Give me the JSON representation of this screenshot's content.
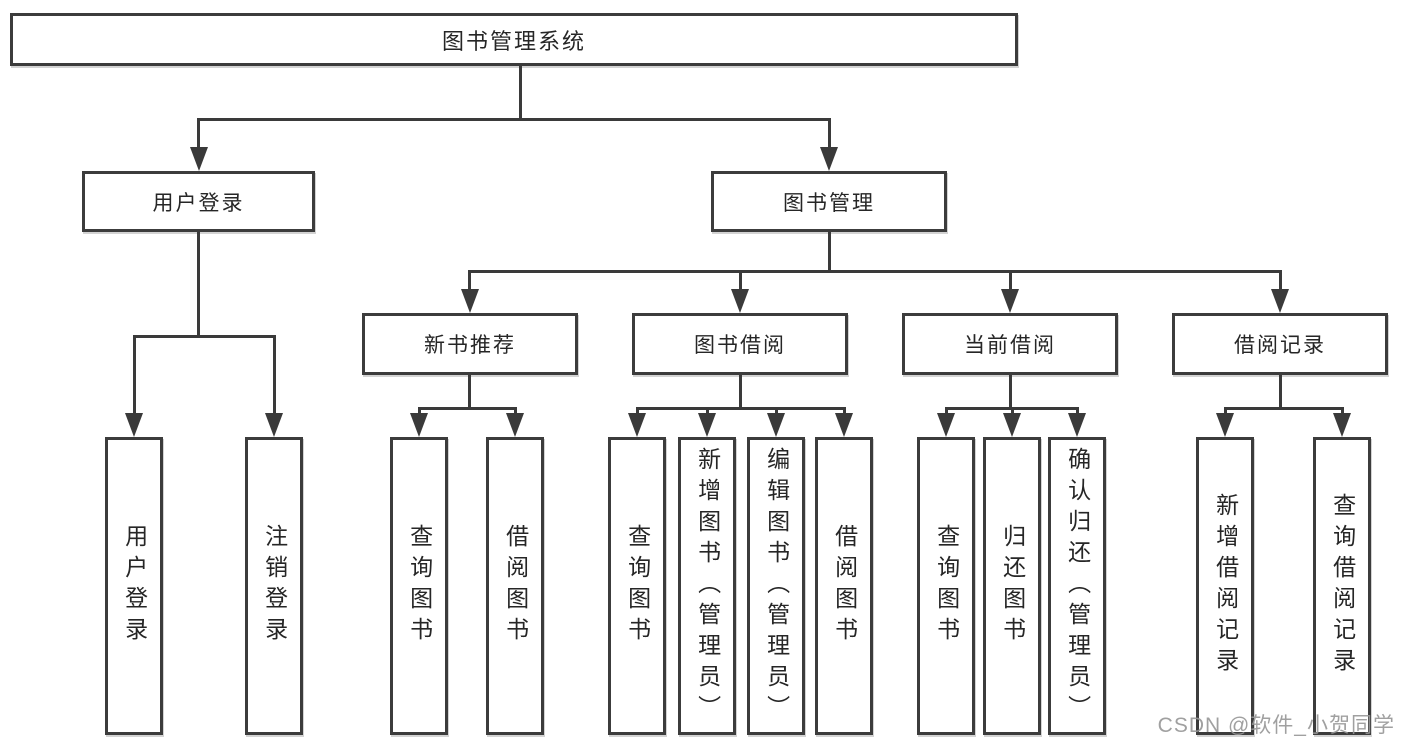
{
  "diagram": {
    "root": {
      "label": "图书管理系统"
    },
    "branches": [
      {
        "label": "用户登录",
        "children": [
          {
            "label": "用户登录"
          },
          {
            "label": "注销登录"
          }
        ]
      },
      {
        "label": "图书管理",
        "children": [
          {
            "label": "新书推荐",
            "children": [
              {
                "label": "查询图书"
              },
              {
                "label": "借阅图书"
              }
            ]
          },
          {
            "label": "图书借阅",
            "children": [
              {
                "label": "查询图书"
              },
              {
                "label": "新增图书（管理员）"
              },
              {
                "label": "编辑图书（管理员）"
              },
              {
                "label": "借阅图书"
              }
            ]
          },
          {
            "label": "当前借阅",
            "children": [
              {
                "label": "查询图书"
              },
              {
                "label": "归还图书"
              },
              {
                "label": "确认归还（管理员）"
              }
            ]
          },
          {
            "label": "借阅记录",
            "children": [
              {
                "label": "新增借阅记录"
              },
              {
                "label": "查询借阅记录"
              }
            ]
          }
        ]
      }
    ],
    "watermark": "CSDN @软件_小贺同学",
    "colors": {
      "line": "#3a3a3a",
      "border": "#3c3c3c",
      "text": "#262626",
      "watermark": "#969696",
      "background": "#ffffff"
    }
  }
}
